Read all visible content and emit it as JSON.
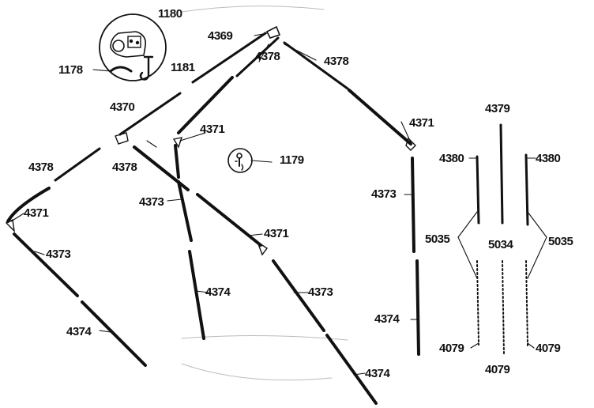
{
  "figure": {
    "ink_color": "#111111",
    "background": "#ffffff",
    "part_numbers": {
      "p1180": "1180",
      "p4369": "4369",
      "p4378_a": "4378",
      "p4378_b": "4378",
      "p1178": "1178",
      "p1181": "1181",
      "p4370": "4370",
      "p4371_a": "4371",
      "p4371_b": "4371",
      "p4378_c": "4378",
      "p4378_d": "4378",
      "p1179": "1179",
      "p4371_c": "4371",
      "p4373_a": "4373",
      "p4371_d": "4371",
      "p4373_b": "4373",
      "p4374_a": "4374",
      "p4373_c": "4373",
      "p4374_b": "4374",
      "p4374_c": "4374",
      "p4373_d": "4373",
      "p4374_d": "4374",
      "p4379": "4379",
      "p4380_a": "4380",
      "p4380_b": "4380",
      "p5035_a": "5035",
      "p5034": "5034",
      "p5035_b": "5035",
      "p4079_a": "4079",
      "p4079_b": "4079",
      "p4079_c": "4079"
    }
  }
}
